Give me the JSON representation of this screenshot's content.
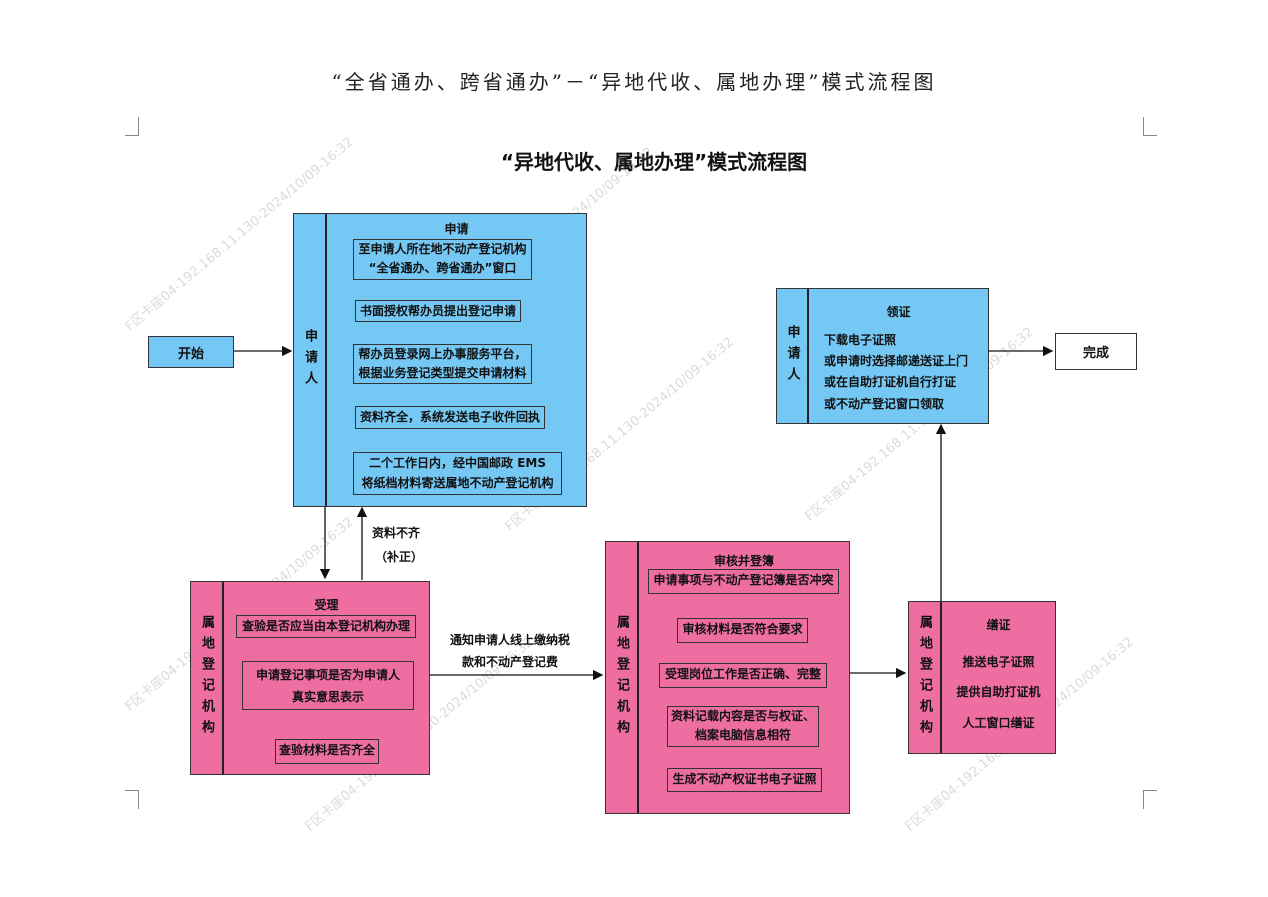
{
  "page_title": "“全省通办、跨省通办”－“异地代收、属地办理”模式流程图",
  "heading": "“异地代收、属地办理”模式流程图",
  "watermark": "F区卡座04-192.168.11.130-2024/10/09-16:32",
  "start": "开始",
  "finish": "完成",
  "apply": {
    "lane": "申请人",
    "title": "申请",
    "steps": [
      [
        "至申请人所在地不动产登记机构",
        "“全省通办、跨省通办”窗口"
      ],
      [
        "书面授权帮办员提出登记申请"
      ],
      [
        "帮办员登录网上办事服务平台，",
        "根据业务登记类型提交申请材料"
      ],
      [
        "资料齐全，系统发送电子收件回执"
      ],
      [
        "二个工作日内，经中国邮政 EMS",
        "将纸档材料寄送属地不动产登记机构"
      ]
    ]
  },
  "return_label": [
    "资料不齐",
    "（补正）"
  ],
  "accept": {
    "lane": "属地登记机构",
    "title": "受理",
    "steps": [
      [
        "查验是否应当由本登记机构办理"
      ],
      [
        "申请登记事项是否为申请人",
        "真实意思表示"
      ],
      [
        "查验材料是否齐全"
      ]
    ]
  },
  "notify_label": [
    "通知申请人线上缴纳税",
    "款和不动产登记费"
  ],
  "review": {
    "lane": "属地登记机构",
    "title": "审核并登簿",
    "steps": [
      [
        "申请事项与不动产登记簿是否冲突"
      ],
      [
        "审核材料是否符合要求"
      ],
      [
        "受理岗位工作是否正确、完整"
      ],
      [
        "资料记载内容是否与权证、",
        "档案电脑信息相符"
      ],
      [
        "生成不动产权证书电子证照"
      ]
    ]
  },
  "issue": {
    "lane": "属地登记机构",
    "title": "缮证",
    "lines": [
      "推送电子证照",
      "提供自助打证机",
      "人工窗口缮证"
    ]
  },
  "collect": {
    "lane": "申请人",
    "title": "领证",
    "lines": [
      "下载电子证照",
      "或申请时选择邮递送证上门",
      "或在自助打证机自行打证",
      "或不动产登记窗口领取"
    ]
  },
  "colors": {
    "blue": "#74c8f3",
    "pink": "#ef6ea2"
  }
}
